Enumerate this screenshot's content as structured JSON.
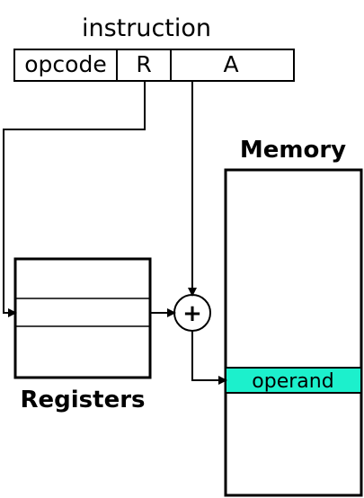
{
  "instruction": {
    "title": "instruction",
    "fields": {
      "opcode": "opcode",
      "r": "R",
      "a": "A"
    }
  },
  "memory": {
    "title": "Memory",
    "operand_label": "operand"
  },
  "registers": {
    "title": "Registers"
  },
  "adder": {
    "symbol": "+"
  },
  "colors": {
    "operand_fill": "#1cf0cc",
    "stroke": "#000000",
    "background": "#ffffff"
  }
}
